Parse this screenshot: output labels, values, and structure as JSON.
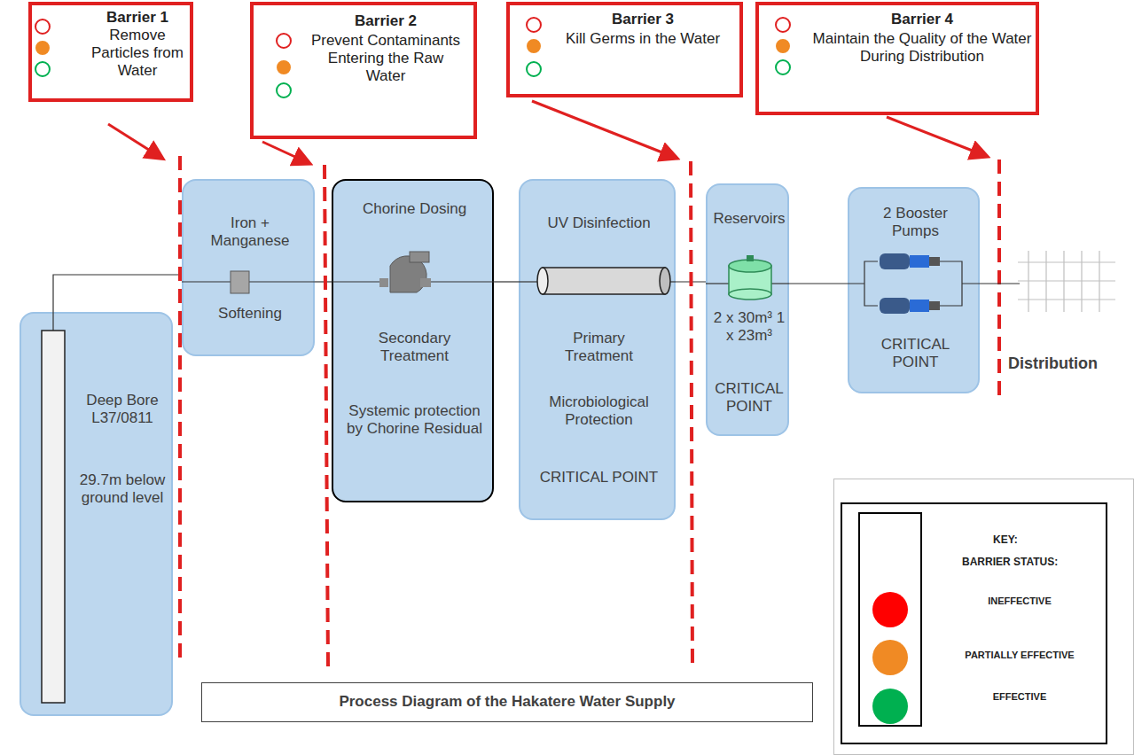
{
  "diagram": {
    "title": "Process Diagram of the Hakatere Water Supply",
    "nodes": [
      {
        "text": [
          "Barrier 1",
          "Remove Particles from Water"
        ]
      },
      {
        "text": [
          "Barrier 2",
          "Prevent Contaminants Entering the Raw Water"
        ]
      },
      {
        "text": [
          "Barrier 3",
          "Kill Germs in the Water"
        ]
      },
      {
        "text": [
          "Barrier 4",
          "Maintain the Quality of the Water During Distribution"
        ]
      },
      {
        "text": [
          "Deep Bore L37/0811",
          "29.7m below ground level"
        ]
      },
      {
        "text": [
          "Iron + Manganese",
          "Softening"
        ]
      },
      {
        "text": [
          "Chorine Dosing",
          "Secondary Treatment",
          "Systemic protection by Chorine Residual"
        ]
      },
      {
        "text": [
          "UV Disinfection",
          "Primary Treatment",
          "Microbiological Protection",
          "CRITICAL POINT"
        ]
      },
      {
        "text": [
          "Reservoirs",
          "2 x 30m³ 1 x 23m³",
          "CRITICAL POINT"
        ]
      },
      {
        "text": [
          "2 Booster Pumps",
          "CRITICAL POINT"
        ]
      }
    ],
    "edges": [
      {
        "from": 4,
        "to": 5,
        "arrow": "none"
      },
      {
        "from": 5,
        "to": 6,
        "arrow": "none"
      },
      {
        "from": 6,
        "to": 7,
        "arrow": "none"
      },
      {
        "from": 7,
        "to": 8,
        "arrow": "none"
      },
      {
        "from": 8,
        "to": 9,
        "arrow": "none"
      }
    ],
    "labels": [
      "Distribution",
      "KEY:",
      "BARRIER STATUS:"
    ],
    "legend": [
      {
        "text": "INEFFECTIVE",
        "color": "#ff0000"
      },
      {
        "text": "PARTIALLY EFFECTIVE",
        "color": "#f08a24"
      },
      {
        "text": "EFFECTIVE",
        "color": "#00b050"
      }
    ]
  }
}
